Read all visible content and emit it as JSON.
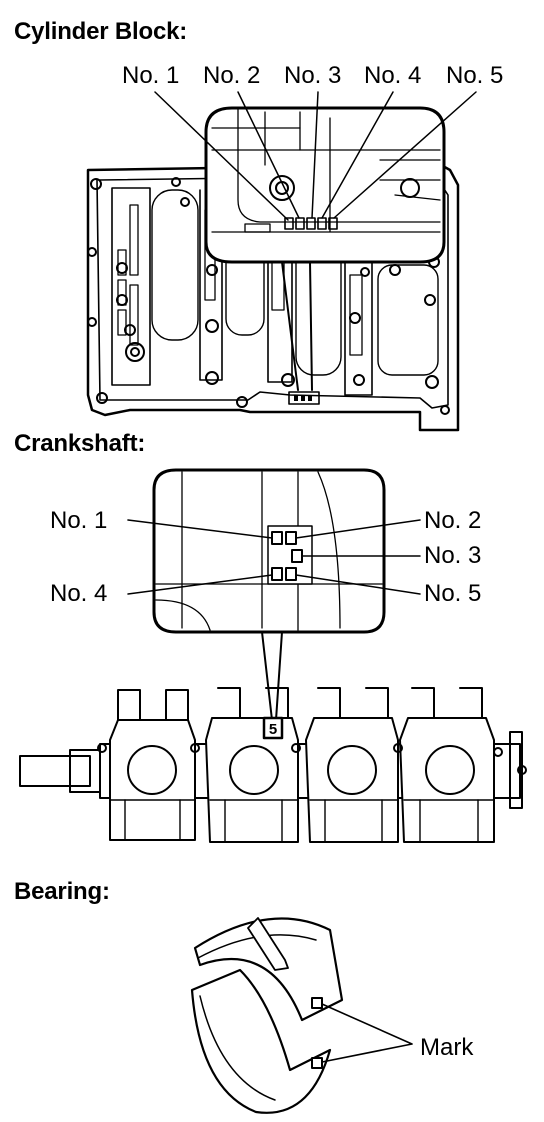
{
  "sections": {
    "cylinder_block": {
      "heading": "Cylinder Block:",
      "labels": [
        "No. 1",
        "No. 2",
        "No. 3",
        "No. 4",
        "No. 5"
      ]
    },
    "crankshaft": {
      "heading": "Crankshaft:",
      "labels_left": [
        "No. 1",
        "No. 4"
      ],
      "labels_right": [
        "No. 2",
        "No. 3",
        "No. 5"
      ],
      "stamped_mark": "5"
    },
    "bearing": {
      "heading": "Bearing:",
      "mark_label": "Mark"
    }
  }
}
